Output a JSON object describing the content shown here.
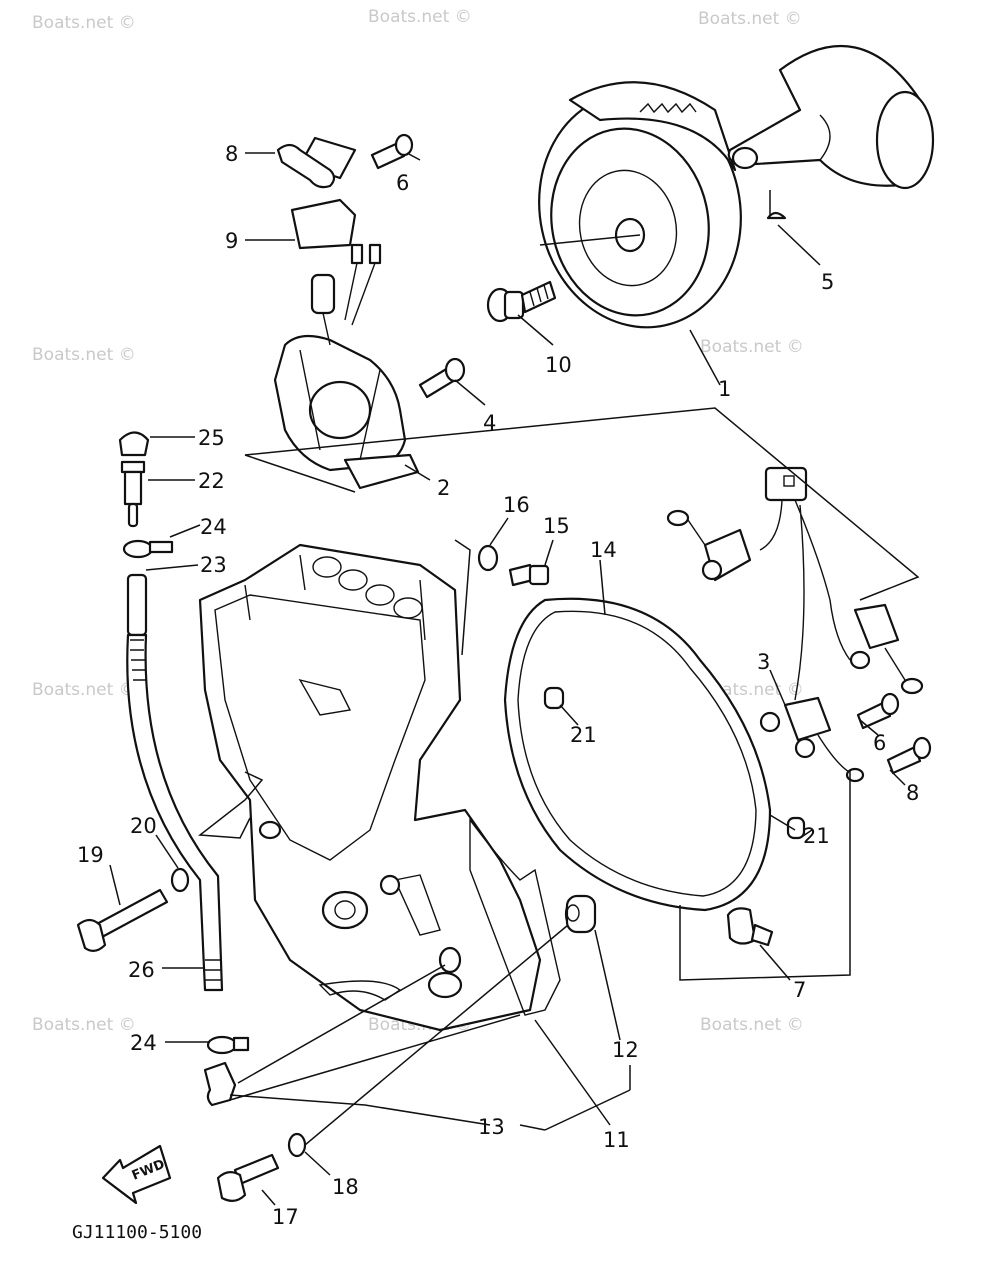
{
  "diagram": {
    "drawing_code": "GJ11100-5100",
    "direction_arrow_label": "FWD",
    "watermark_text": "Boats.net ©",
    "callouts": [
      {
        "key": "c8a",
        "text": "8"
      },
      {
        "key": "c6a",
        "text": "6"
      },
      {
        "key": "c9",
        "text": "9"
      },
      {
        "key": "c5",
        "text": "5"
      },
      {
        "key": "c10",
        "text": "10"
      },
      {
        "key": "c1",
        "text": "1"
      },
      {
        "key": "c4",
        "text": "4"
      },
      {
        "key": "c25",
        "text": "25"
      },
      {
        "key": "c22",
        "text": "22"
      },
      {
        "key": "c2",
        "text": "2"
      },
      {
        "key": "c16",
        "text": "16"
      },
      {
        "key": "c15",
        "text": "15"
      },
      {
        "key": "c14",
        "text": "14"
      },
      {
        "key": "c24a",
        "text": "24"
      },
      {
        "key": "c23",
        "text": "23"
      },
      {
        "key": "c3",
        "text": "3"
      },
      {
        "key": "c21a",
        "text": "21"
      },
      {
        "key": "c6b",
        "text": "6"
      },
      {
        "key": "c8b",
        "text": "8"
      },
      {
        "key": "c21b",
        "text": "21"
      },
      {
        "key": "c20",
        "text": "20"
      },
      {
        "key": "c19",
        "text": "19"
      },
      {
        "key": "c26",
        "text": "26"
      },
      {
        "key": "c7",
        "text": "7"
      },
      {
        "key": "c12",
        "text": "12"
      },
      {
        "key": "c24b",
        "text": "24"
      },
      {
        "key": "c13",
        "text": "13"
      },
      {
        "key": "c11",
        "text": "11"
      },
      {
        "key": "c18",
        "text": "18"
      },
      {
        "key": "c17",
        "text": "17"
      }
    ]
  }
}
